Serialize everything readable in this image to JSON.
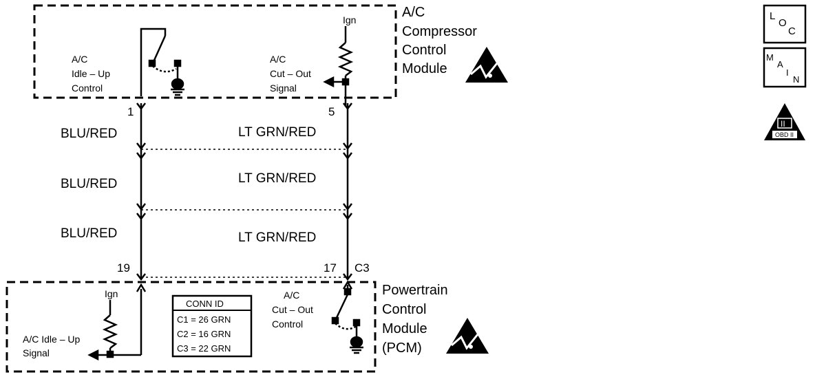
{
  "top_module": {
    "name_lines": [
      "A/C",
      "Compressor",
      "Control",
      "Module"
    ],
    "idle_up_control_lines": [
      "A/C",
      "Idle – Up",
      "Control"
    ],
    "cut_out_signal_lines": [
      "A/C",
      "Cut – Out",
      "Signal"
    ],
    "ign_label": "Ign"
  },
  "pins": {
    "top_left": "1",
    "top_right": "5",
    "bottom_left": "19",
    "bottom_right": "17",
    "connector": "C3"
  },
  "wires": {
    "left": [
      "BLU/RED",
      "BLU/RED",
      "BLU/RED"
    ],
    "right": [
      "LT GRN/RED",
      "LT GRN/RED",
      "LT GRN/RED"
    ]
  },
  "pcm": {
    "name_lines": [
      "Powertrain",
      "Control",
      "Module",
      "(PCM)"
    ],
    "ign_label": "Ign",
    "idle_up_signal_lines": [
      "A/C Idle – Up",
      "Signal"
    ],
    "cut_out_control_lines": [
      "A/C",
      "Cut – Out",
      "Control"
    ],
    "conn_id": {
      "title": "CONN ID",
      "rows": [
        "C1 = 26 GRN",
        "C2 = 16 GRN",
        "C3 = 22 GRN"
      ]
    }
  },
  "icons": {
    "esd_symbol": "esd-sensitive-icon",
    "loc_letters": [
      "L",
      "O",
      "C"
    ],
    "main_letters": [
      "M",
      "A",
      "I",
      "N"
    ],
    "obd_label": "OBD II",
    "obd_mark": "II"
  }
}
